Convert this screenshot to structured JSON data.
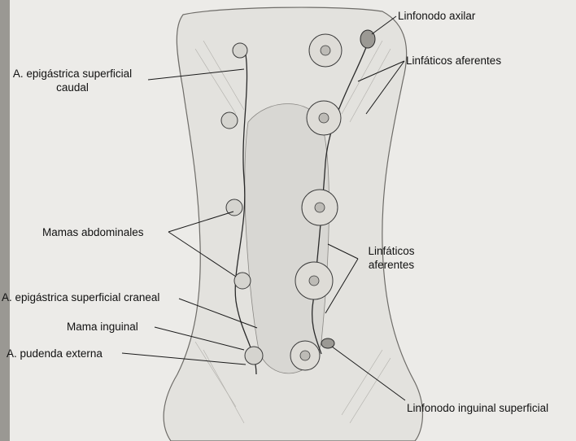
{
  "labels": {
    "epigastrica_caudal_line1": "A. epigástrica superficial",
    "epigastrica_caudal_line2": "caudal",
    "linfonodo_axilar": "Linfonodo axilar",
    "linfaticos_aferentes_top": "Linfáticos aferentes",
    "mamas_abdominales": "Mamas abdominales",
    "linfaticos_aferentes_mid_line1": "Linfáticos",
    "linfaticos_aferentes_mid_line2": "aferentes",
    "epigastrica_craneal": "A. epigástrica superficial craneal",
    "mama_inguinal": "Mama inguinal",
    "pudenda_externa": "A. pudenda externa",
    "linfonodo_inguinal": "Linfonodo inguinal superficial"
  },
  "colors": {
    "background": "#ecebe8",
    "body_fill": "#e3e2de",
    "ink": "#2a2a2a",
    "page_strip": "#9a9893"
  }
}
